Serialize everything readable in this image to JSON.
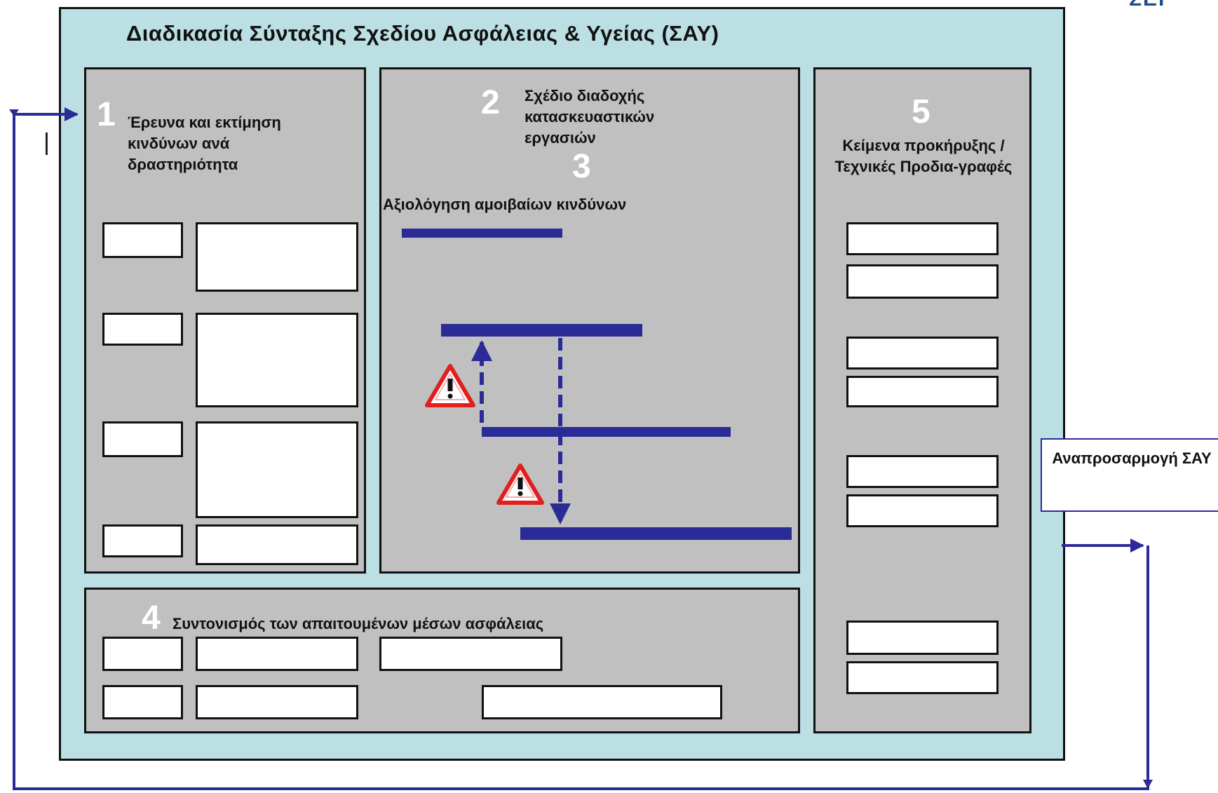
{
  "diagram": {
    "title": "Διαδικασία Σύνταξης Σχεδίου Ασφάλειας & Υγείας (ΣΑΥ)",
    "panel1": {
      "number": "1",
      "label": "Έρευνα και εκτίμηση κινδύνων ανά δραστηριότητα"
    },
    "panel2": {
      "number": "2",
      "label": "Σχέδιο διαδοχής κατασκευαστικών εργασιών"
    },
    "panel3": {
      "number": "3",
      "label": "Αξιολόγηση αμοιβαίων κινδύνων"
    },
    "panel4": {
      "number": "4",
      "label": "Συντονισμός των απαιτουμένων μέσων ασφάλειας"
    },
    "panel5": {
      "number": "5",
      "label": "Κείμενα προκήρυξης / Τεχνικές Προδια-γραφές"
    },
    "update_box": {
      "label": "Αναπροσαρμογή ΣΑΥ"
    },
    "side_mark": "|",
    "logo_fragment": "ΣΕΓ"
  },
  "colors": {
    "outer_bg": "#bbdfe3",
    "panel_bg": "#c0c0c0",
    "accent": "#2b2b97",
    "warning": "#e02020"
  },
  "icons": [
    "warning-triangle-icon",
    "warning-triangle-icon"
  ]
}
